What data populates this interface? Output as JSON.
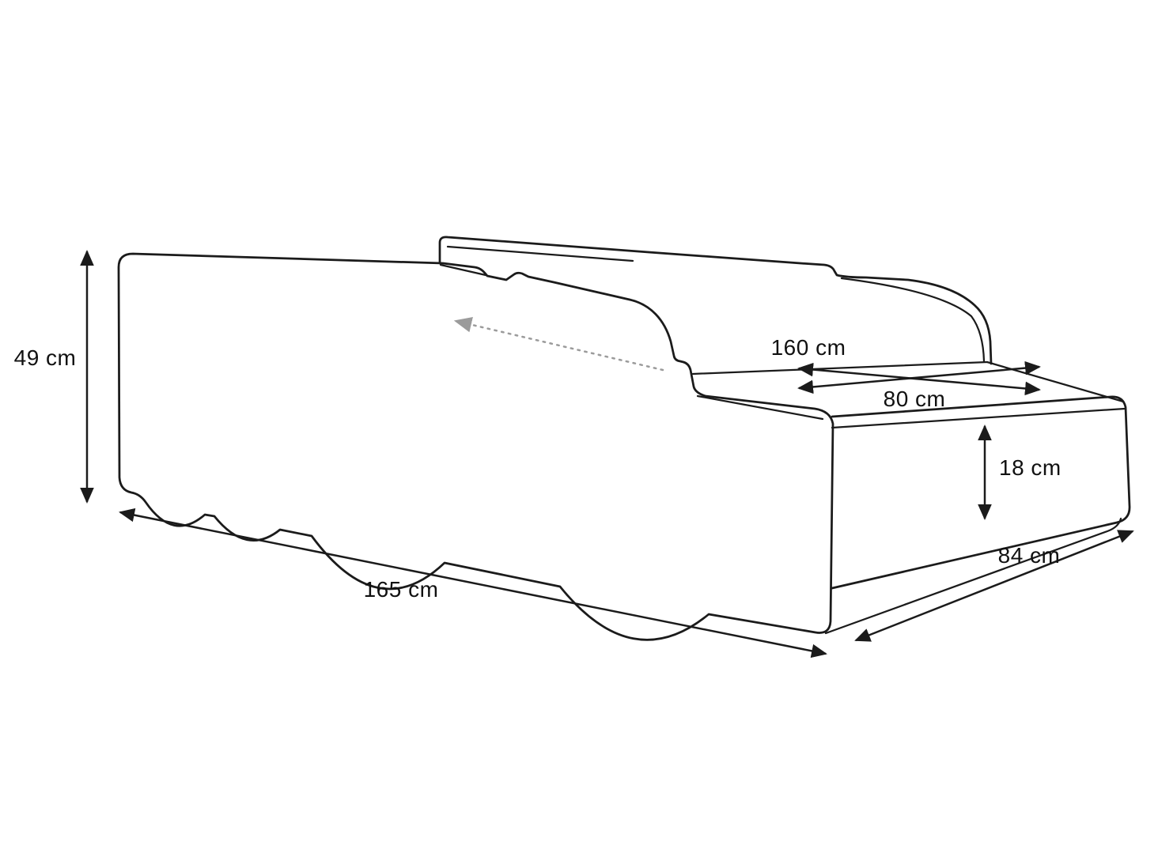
{
  "diagram": {
    "labels": {
      "height": "49 cm",
      "length": "165 cm",
      "bed_length": "160 cm",
      "bed_width": "80 cm",
      "drawer_height": "18 cm",
      "depth": "84 cm"
    },
    "colors": {
      "line": "#1b1b1b",
      "dotted_arrow": "#9b9b9b",
      "text": "#111111",
      "background": "#ffffff"
    }
  }
}
